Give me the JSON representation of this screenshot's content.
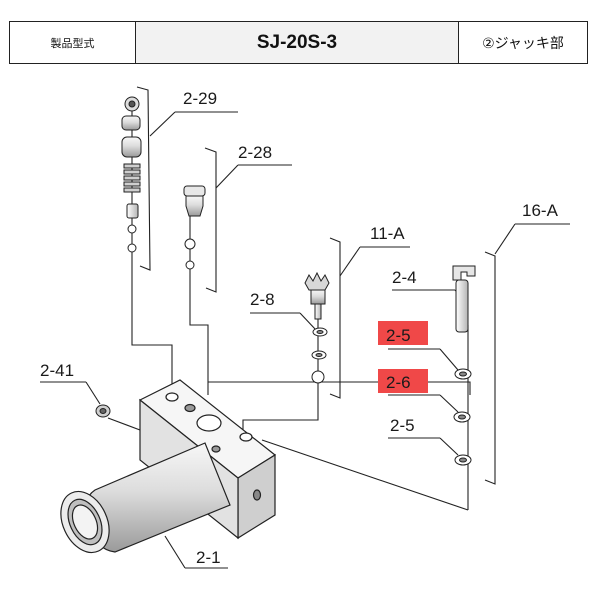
{
  "header": {
    "model_label": "製品型式",
    "model_value": "SJ-20S-3",
    "section": "②ジャッキ部"
  },
  "parts": [
    {
      "id": "2-29"
    },
    {
      "id": "2-28"
    },
    {
      "id": "11-A"
    },
    {
      "id": "16-A"
    },
    {
      "id": "2-4"
    },
    {
      "id": "2-8"
    },
    {
      "id": "2-5",
      "highlighted": true
    },
    {
      "id": "2-6",
      "highlighted": true
    },
    {
      "id": "2-5",
      "highlighted": false
    },
    {
      "id": "2-41"
    },
    {
      "id": "2-1"
    }
  ],
  "highlight_color": "#f04848"
}
